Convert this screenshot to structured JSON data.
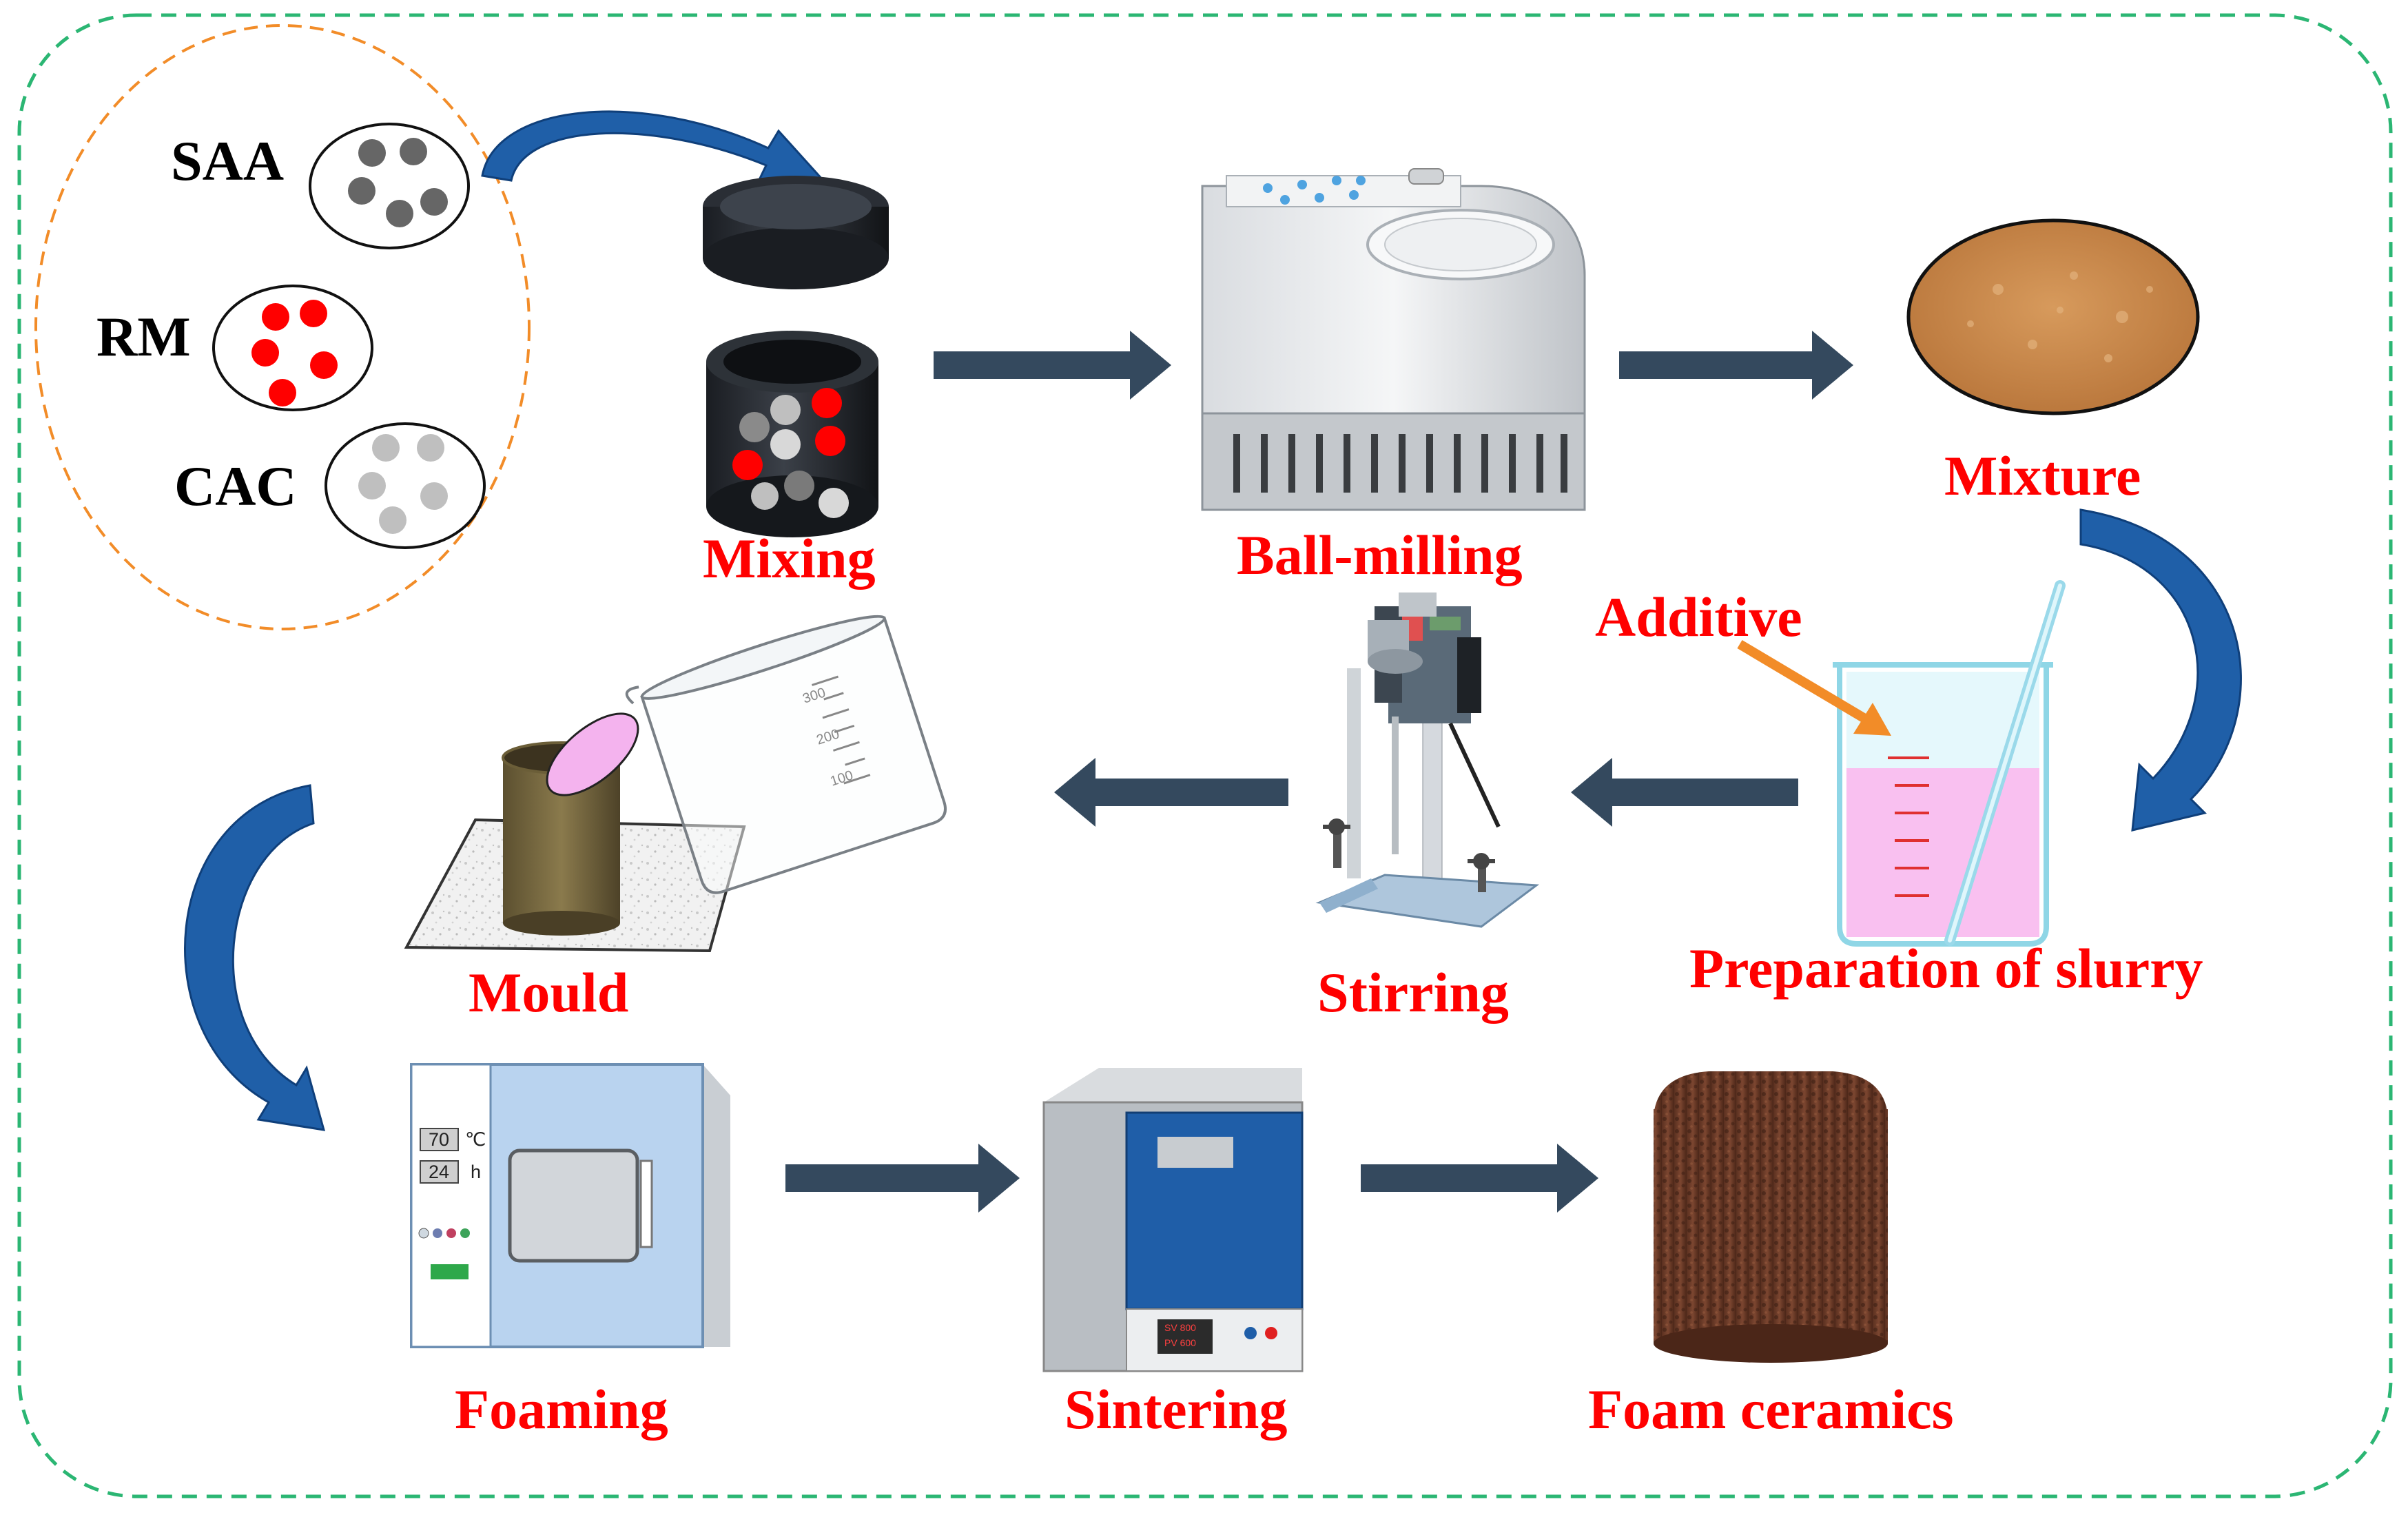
{
  "raw_materials": [
    {
      "label": "SAA",
      "color": "#666666"
    },
    {
      "label": "RM",
      "color": "#ff0000"
    },
    {
      "label": "CAC",
      "color": "#bfbfbf"
    }
  ],
  "steps": {
    "mixing": "Mixing",
    "ball_milling": "Ball-milling",
    "mixture": "Mixture",
    "additive": "Additive",
    "preparation": "Preparation of slurry",
    "stirring": "Stirring",
    "mould": "Mould",
    "foaming": "Foaming",
    "sintering": "Sintering",
    "foam_ceramics": "Foam ceramics"
  },
  "oven_display": {
    "temp_value": "70",
    "temp_unit": "℃",
    "time_value": "24",
    "time_unit": "h"
  },
  "furnace_display": {
    "sv": "SV 800",
    "pv": "PV 600"
  },
  "beaker_marks": [
    "300",
    "200",
    "100"
  ],
  "colors": {
    "border": "#2bb673",
    "raw_group_border": "#f28c28",
    "arrow_fill": "#34495e",
    "curved_arrow": "#1f5fa8",
    "label_red": "#ff0000",
    "slurry": "#f9c0f0",
    "mixture": "#c98a4b",
    "foam": "#6b3b26"
  }
}
